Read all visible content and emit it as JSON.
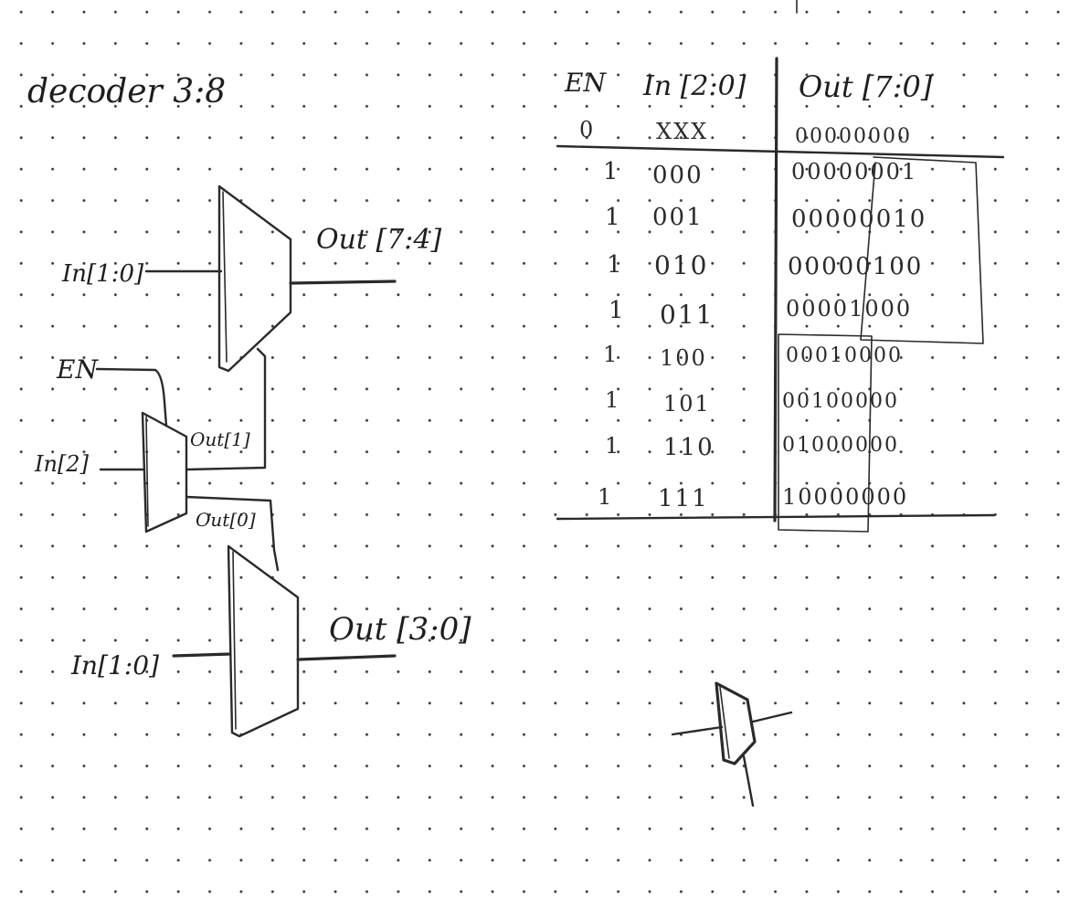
{
  "title": "decoder 3:8",
  "diagram": {
    "labels": {
      "top_input": "In[1:0]",
      "top_output": "Out [7:4]",
      "enable": "EN",
      "mid_input": "In[2]",
      "mid_out_1": "Out[1]",
      "mid_out_0": "Out[0]",
      "bottom_input": "In[1:0]",
      "bottom_output": "Out [3:0]"
    }
  },
  "truth_table": {
    "headers": [
      "EN",
      "In [2:0]",
      "Out [7:0]"
    ],
    "rows": [
      [
        "0",
        "XXX",
        "00000000"
      ],
      [
        "1",
        "000",
        "00000001"
      ],
      [
        "1",
        "001",
        "00000010"
      ],
      [
        "1",
        "010",
        "00000100"
      ],
      [
        "1",
        "011",
        "00001000"
      ],
      [
        "1",
        "100",
        "00010000"
      ],
      [
        "1",
        "101",
        "00100000"
      ],
      [
        "1",
        "110",
        "01000000"
      ],
      [
        "1",
        "111",
        "10000000"
      ]
    ]
  }
}
